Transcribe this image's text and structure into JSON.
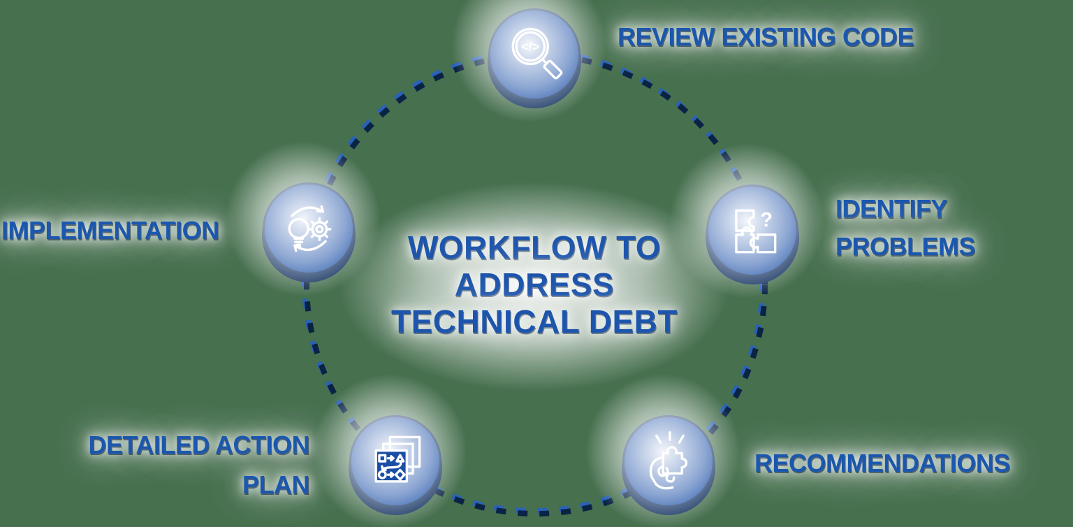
{
  "diagram": {
    "title_lines": [
      "WORKFLOW TO",
      "ADDRESS",
      "TECHNICAL DEBT"
    ],
    "steps": [
      {
        "label": "REVIEW EXISTING CODE",
        "icon": "code-magnifier-icon"
      },
      {
        "label": "IDENTIFY PROBLEMS",
        "icon": "puzzle-question-icon"
      },
      {
        "label": "RECOMMENDATIONS",
        "icon": "hand-puzzle-icon"
      },
      {
        "label": "DETAILED ACTION PLAN",
        "icon": "flowchart-pages-icon"
      },
      {
        "label": "IMPLEMENTATION",
        "icon": "bulb-gear-cycle-icon"
      }
    ],
    "labels": {
      "review": "REVIEW EXISTING CODE",
      "identify_line1": "IDENTIFY",
      "identify_line2": "PROBLEMS",
      "recommendations": "RECOMMENDATIONS",
      "detailed_line1": "DETAILED ACTION",
      "detailed_line2": "PLAN",
      "implementation": "IMPLEMENTATION"
    },
    "glyphs": {
      "code": "</>",
      "question": "?"
    },
    "colors": {
      "background": "#47704f",
      "node_fill": "#1a4ea6",
      "node_rim": "#0d2c5c",
      "dash_highlight": "#2a62b8",
      "dash_shadow": "#0a2345",
      "text_blue": "#1b57ae",
      "icon_stroke": "#ffffff"
    }
  }
}
